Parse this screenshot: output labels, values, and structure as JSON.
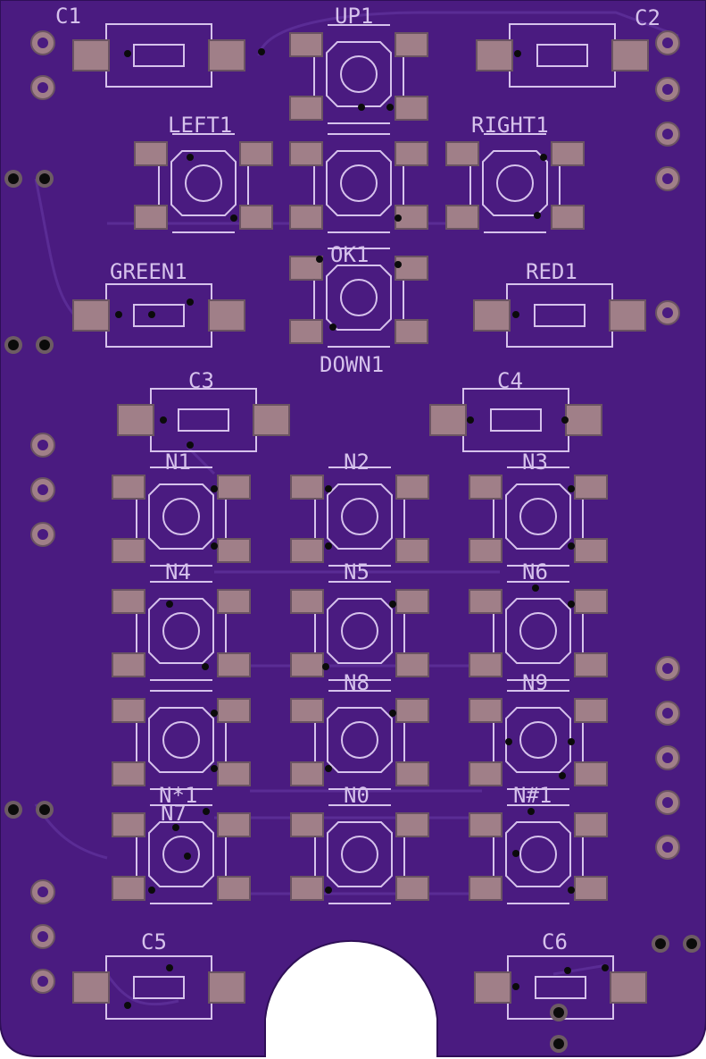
{
  "colors": {
    "board": "#4a1b80",
    "board_edge": "#2f0f57",
    "silk": "#d6c2ec",
    "pad": "#a07f88",
    "pad_edge": "#6b5462",
    "trace": "#5a2c95",
    "via": "#0b0b0b",
    "background": "#ffffff"
  },
  "components": {
    "C1": "C1",
    "C2": "C2",
    "UP1": "UP1",
    "LEFT1": "LEFT1",
    "RIGHT1": "RIGHT1",
    "GREEN1": "GREEN1",
    "OK1": "OK1",
    "RED1": "RED1",
    "DOWN1": "DOWN1",
    "C3": "C3",
    "C4": "C4",
    "N1": "N1",
    "N2": "N2",
    "N3": "N3",
    "N4": "N4",
    "N5": "N5",
    "N6": "N6",
    "N7": "N7",
    "N8": "N8",
    "N9": "N9",
    "NSTAR1": "N*1",
    "N0": "N0",
    "NHASH1": "N#1",
    "C5": "C5",
    "C6": "C6"
  },
  "icons": {
    "smd_resistor": "resistor-footprint-icon",
    "tact_switch": "tactile-switch-footprint-icon",
    "through_hole": "through-hole-pad-icon",
    "via": "via-icon"
  }
}
